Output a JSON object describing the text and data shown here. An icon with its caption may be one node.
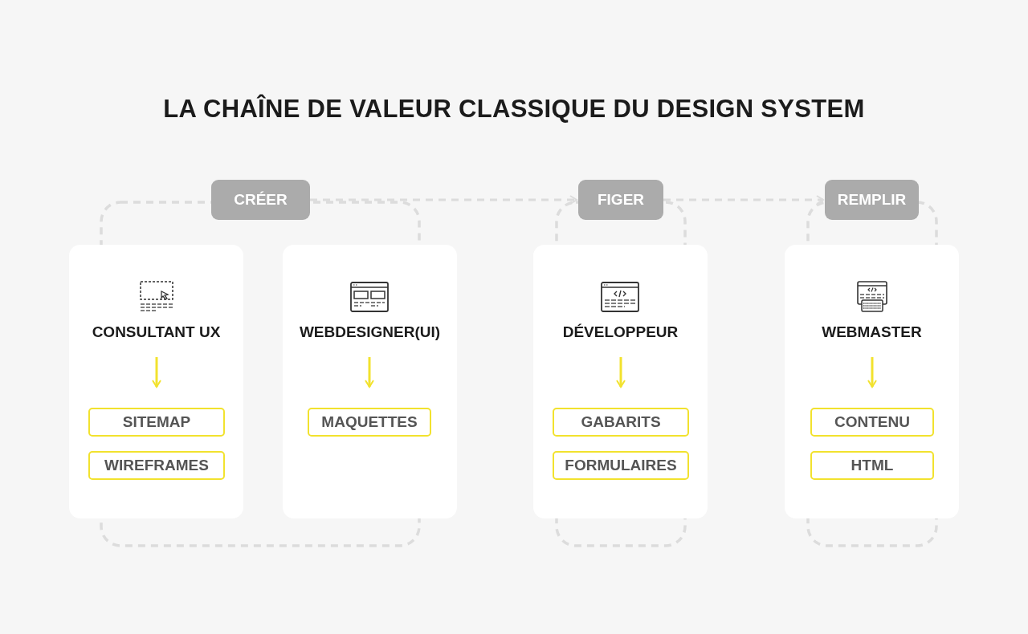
{
  "diagram": {
    "title": "LA CHAÎNE DE VALEUR CLASSIQUE DU DESIGN SYSTEM",
    "nodes": [
      {
        "text": [
          "CRÉER"
        ]
      },
      {
        "text": [
          "FIGER"
        ]
      },
      {
        "text": [
          "REMPLIR"
        ]
      },
      {
        "text": [
          "CONSULTANT UX"
        ]
      },
      {
        "text": [
          "SITEMAP"
        ],
        "in": 3
      },
      {
        "text": [
          "WIREFRAMES"
        ],
        "in": 3
      },
      {
        "text": [
          "WEBDESIGNER(UI)"
        ]
      },
      {
        "text": [
          "MAQUETTES"
        ],
        "in": 6
      },
      {
        "text": [
          "DÉVELOPPEUR"
        ]
      },
      {
        "text": [
          "GABARITS"
        ],
        "in": 8
      },
      {
        "text": [
          "FORMULAIRES"
        ],
        "in": 8
      },
      {
        "text": [
          "WEBMASTER"
        ]
      },
      {
        "text": [
          "CONTENU"
        ],
        "in": 11
      },
      {
        "text": [
          "HTML"
        ],
        "in": 11
      }
    ],
    "edges": [
      {
        "from": 0,
        "to": 1,
        "arrow": "to",
        "style": "dashed",
        "color": "#dcdcdc"
      },
      {
        "from": 1,
        "to": 2,
        "arrow": "to",
        "style": "dashed",
        "color": "#dcdcdc"
      },
      {
        "from": null,
        "to": 4,
        "arrow": "to",
        "color": "#f2e22e"
      },
      {
        "from": null,
        "to": 7,
        "arrow": "to",
        "color": "#f2e22e"
      },
      {
        "from": null,
        "to": 9,
        "arrow": "to",
        "color": "#f2e22e"
      },
      {
        "from": null,
        "to": 12,
        "arrow": "to",
        "color": "#f2e22e"
      }
    ]
  }
}
